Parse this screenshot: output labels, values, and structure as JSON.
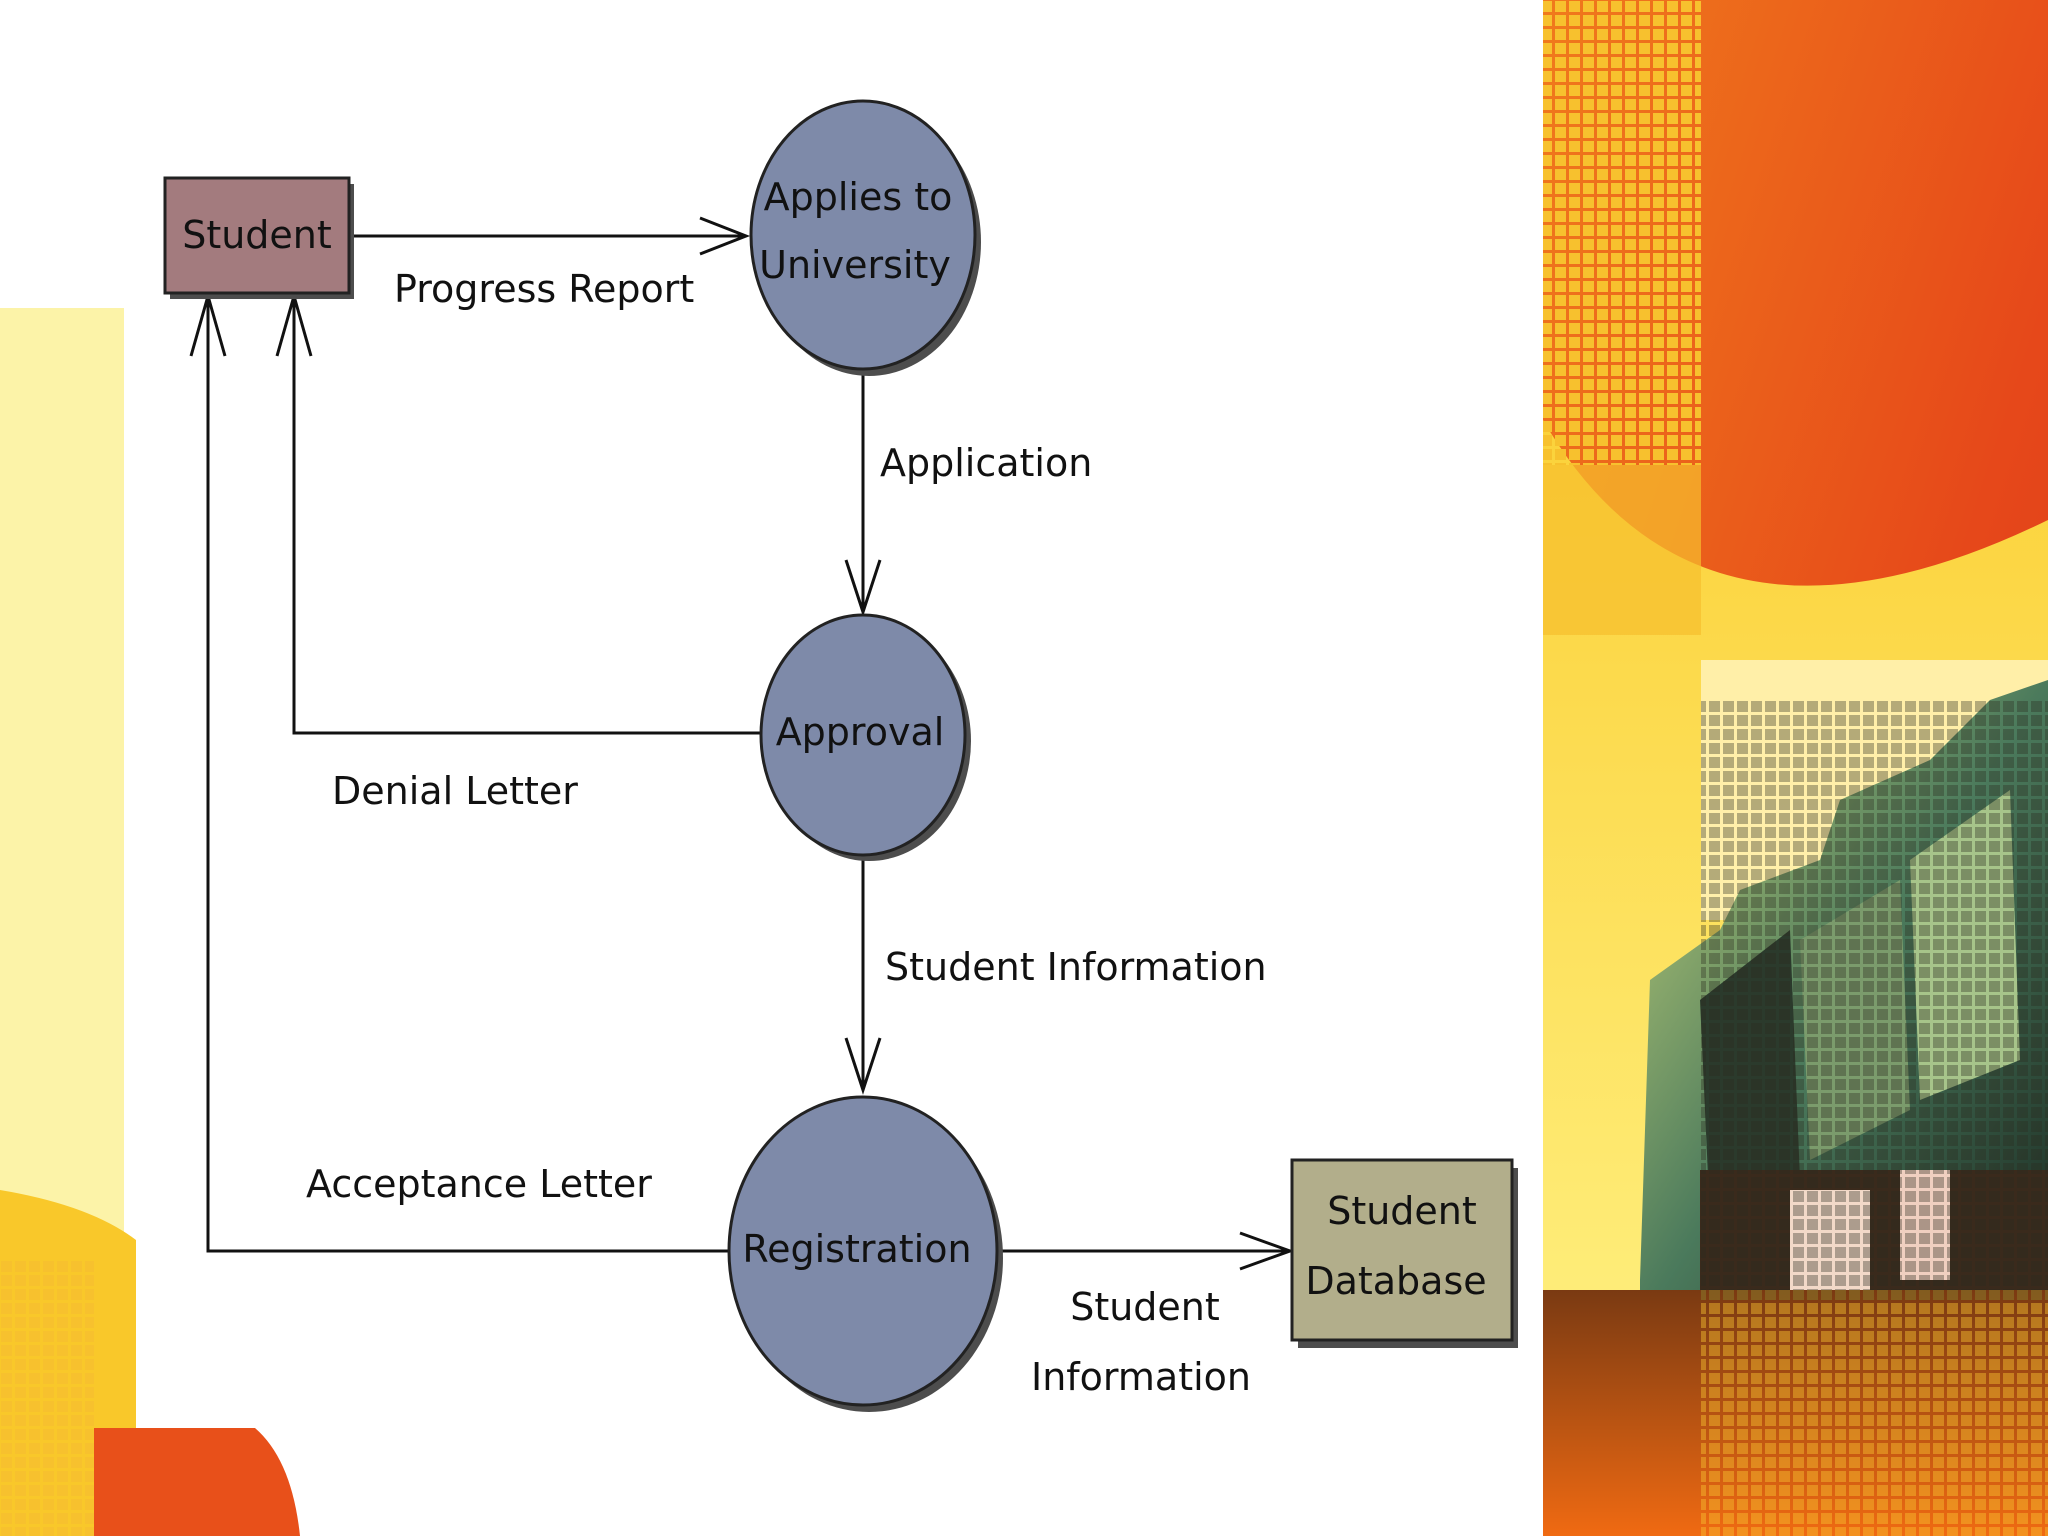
{
  "diagram": {
    "entities": {
      "student": "Student",
      "database_line1": "Student",
      "database_line2": "Database"
    },
    "processes": {
      "applies_line1": "Applies to",
      "applies_line2": "University",
      "approval": "Approval",
      "registration": "Registration"
    },
    "flows": {
      "progress_report": "Progress Report",
      "application": "Application",
      "denial_letter": "Denial Letter",
      "student_information": "Student Information",
      "acceptance_letter": "Acceptance Letter",
      "student_information_db_line1": "Student",
      "student_information_db_line2": "Information"
    }
  },
  "colors": {
    "student_entity": "#a37b7e",
    "database_entity": "#b2ae8b",
    "process_fill": "#7e8aa9",
    "orange": "#e8501a",
    "yellow": "#fbe870",
    "pale_yellow": "#fcf3a8"
  }
}
